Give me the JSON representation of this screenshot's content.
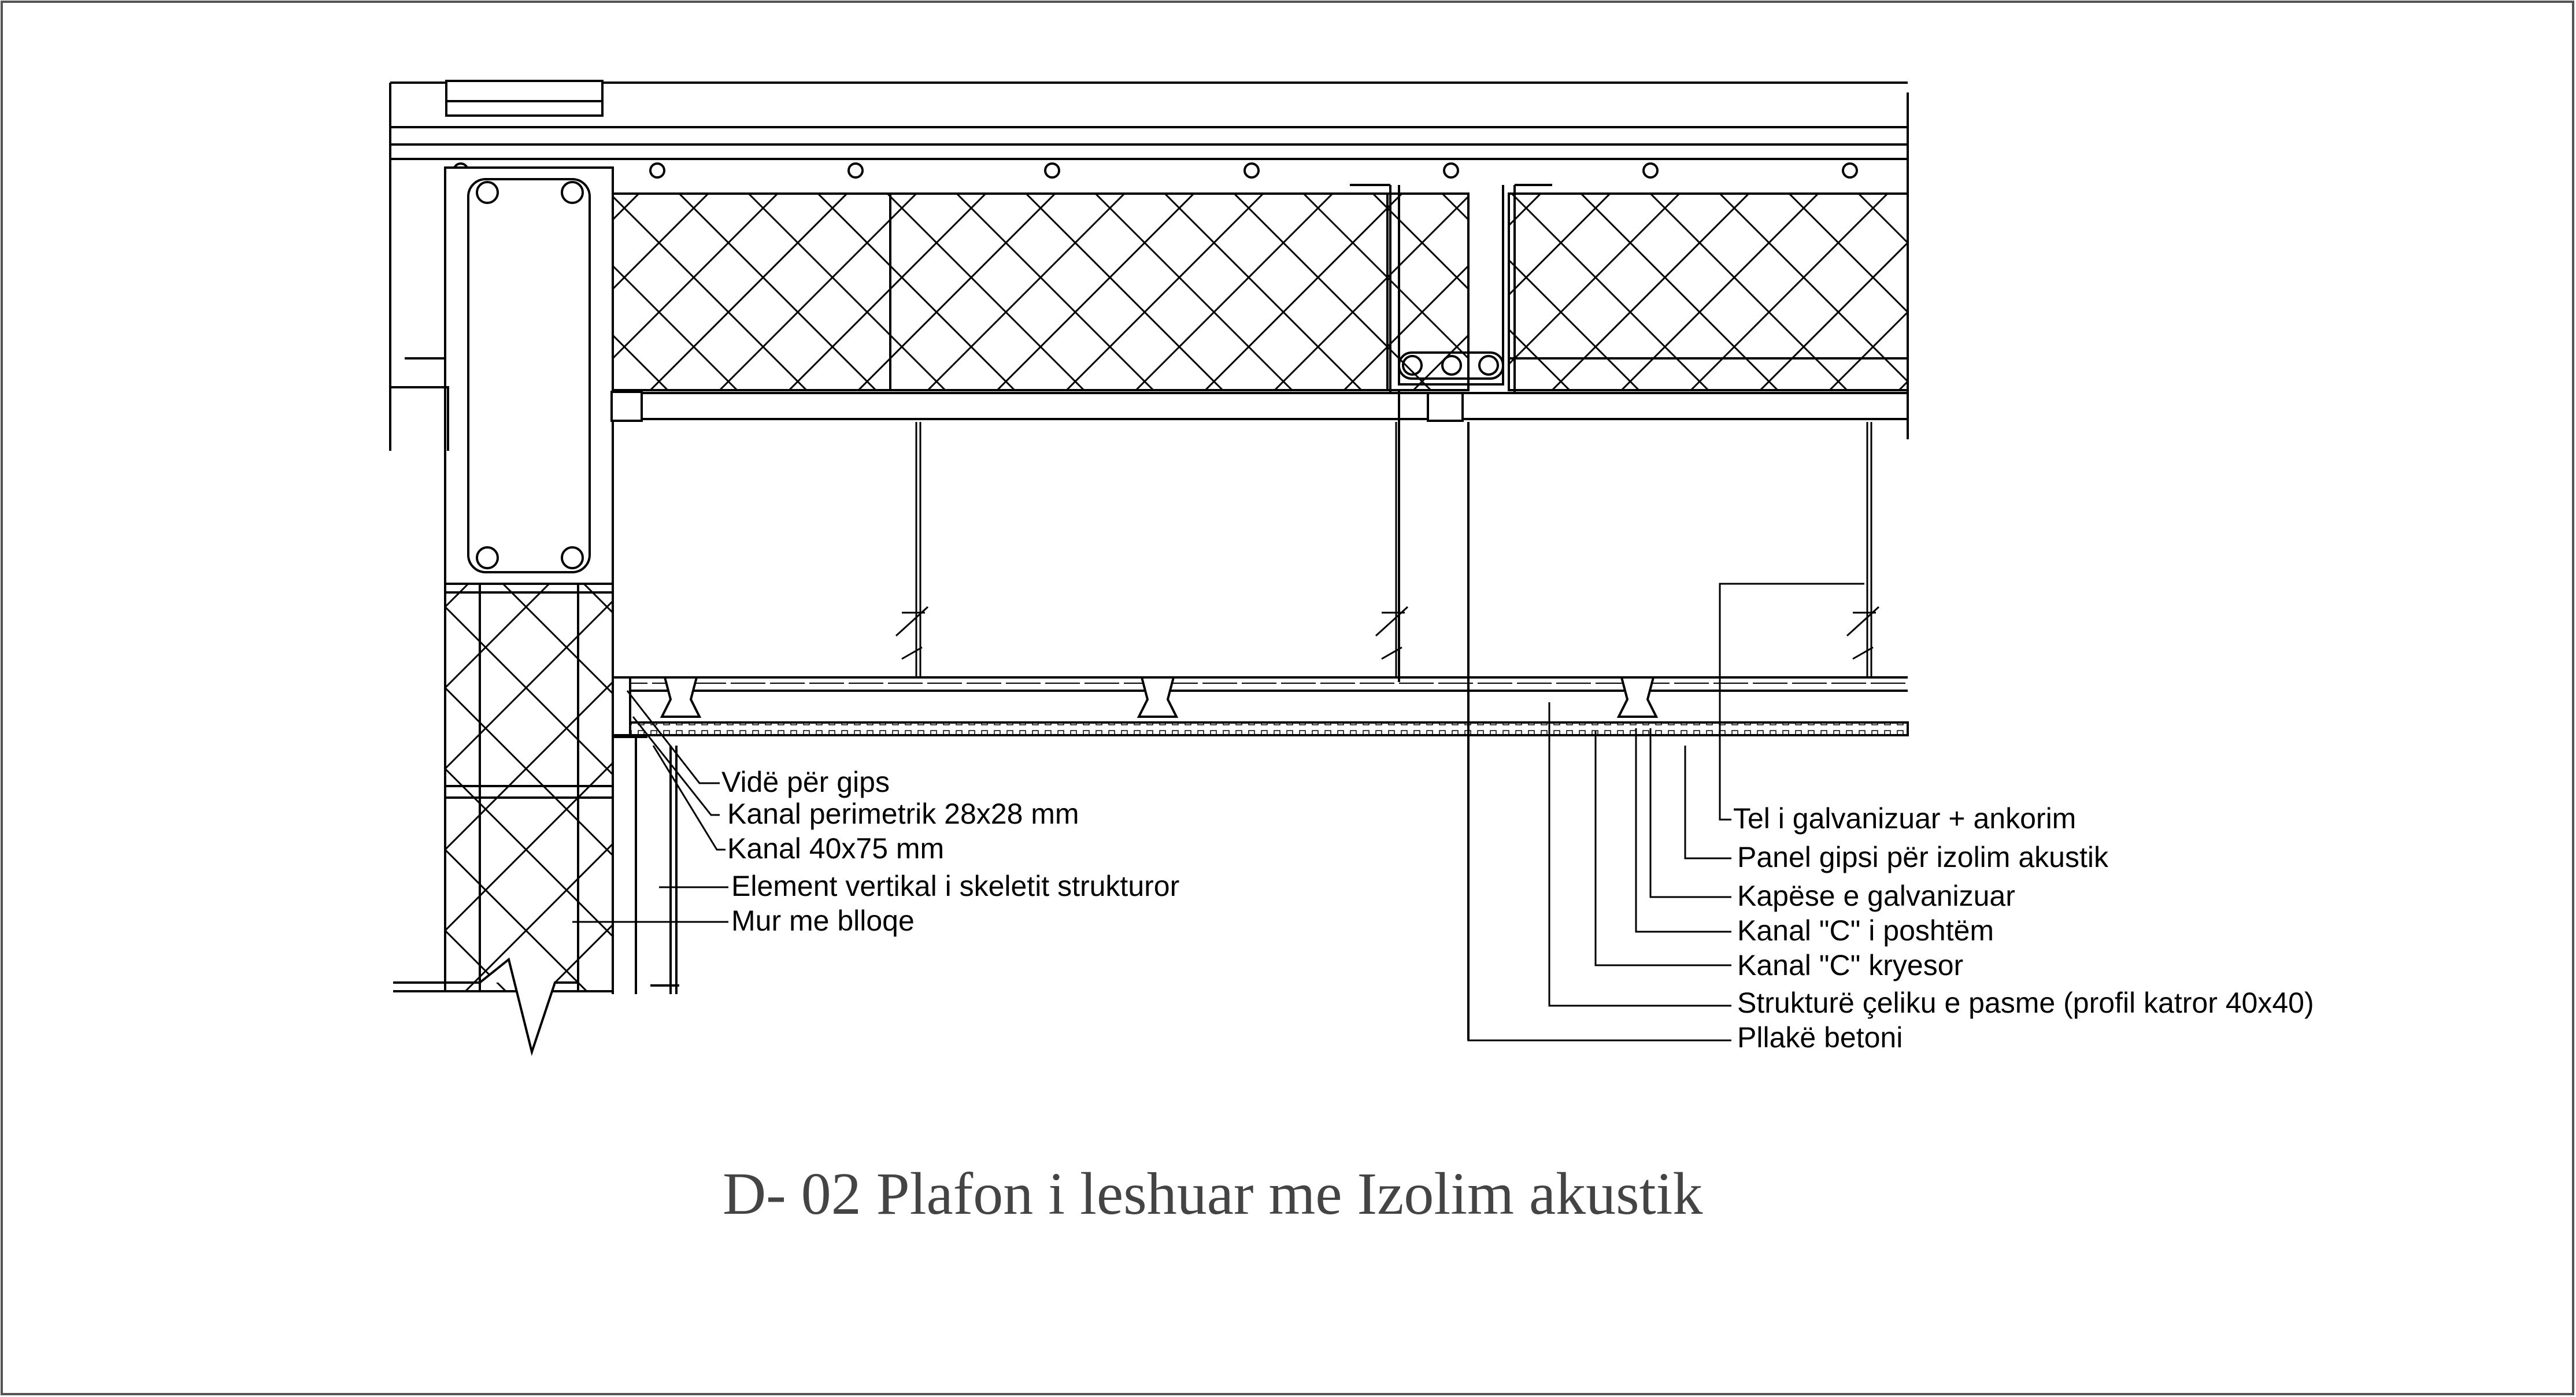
{
  "drawing": {
    "title": "D- 02  Plafon i leshuar me Izolim akustik",
    "left_labels": [
      "Vidë për gips",
      "Kanal perimetrik 28x28 mm",
      "Kanal 40x75 mm",
      "Element vertikal i skeletit strukturor",
      "Mur me blloqe"
    ],
    "right_labels": [
      "Tel i galvanizuar + ankorim",
      "Panel gipsi për izolim akustik",
      "Kapëse e galvanizuar",
      "Kanal \"C\" i poshtëm",
      "Kanal \"C\" kryesor",
      "Strukturë çeliku e pasme (profil katror 40x40)",
      "Pllakë betoni"
    ]
  },
  "colors": {
    "ink": "#000000",
    "title": "#444444",
    "border": "#555555",
    "paper": "#ffffff"
  }
}
